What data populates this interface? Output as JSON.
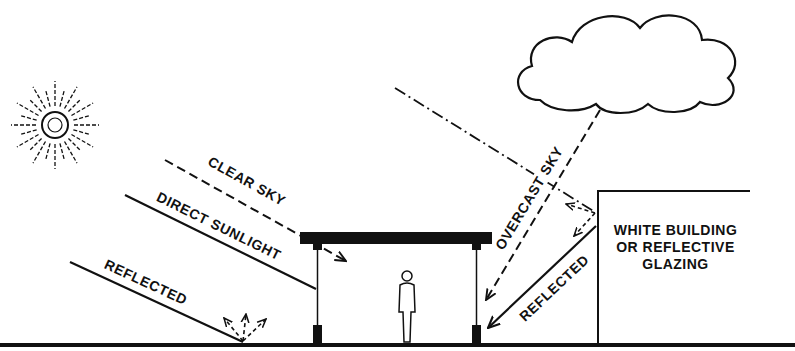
{
  "diagram": {
    "nodes": [
      {
        "text": [
          "WHITE BUILDING OR REFLECTIVE GLAZING"
        ]
      }
    ],
    "labels": [
      "CLEAR SKY",
      "DIRECT SUNLIGHT",
      "REFLECTED",
      "OVERCAST SKY",
      "REFLECTED"
    ]
  }
}
